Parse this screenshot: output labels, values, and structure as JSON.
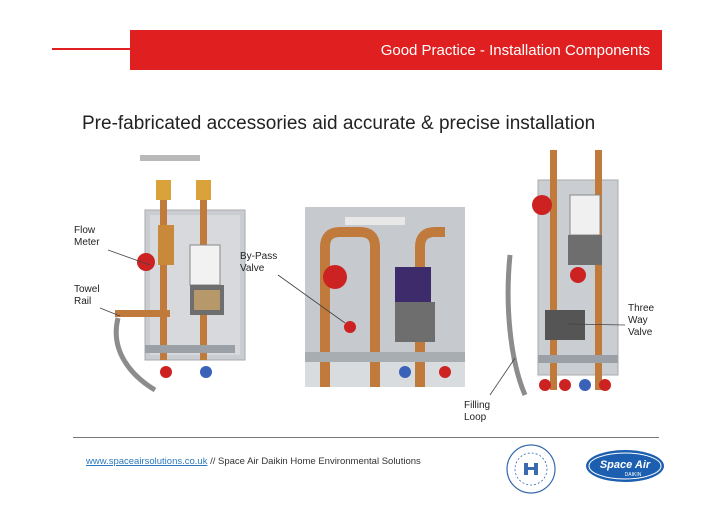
{
  "header": {
    "title": "Good Practice - Installation Components",
    "accent": "#e02020"
  },
  "subtitle": "Pre-fabricated accessories aid accurate & precise installation",
  "labels": {
    "flow_meter": [
      "Flow",
      "Meter"
    ],
    "towel_rail": [
      "Towel",
      "Rail"
    ],
    "bypass_valve": [
      "By-Pass",
      "Valve"
    ],
    "three_way_valve": [
      "Three",
      "Way",
      "Valve"
    ],
    "filling_loop": [
      "Filling",
      "Loop"
    ]
  },
  "footer": {
    "url": "www.spaceairsolutions.co.uk",
    "text": " // Space Air Daikin Home Environmental Solutions",
    "link_color": "#2b7ac0"
  },
  "logos": {
    "cpd_icon": "cpd-curriculum-seal",
    "brand_icon": "space-air-daikin-logo",
    "brand_name": "Space Air",
    "brand_sub": "DAIKIN",
    "brand_color": "#1c5fb0"
  }
}
